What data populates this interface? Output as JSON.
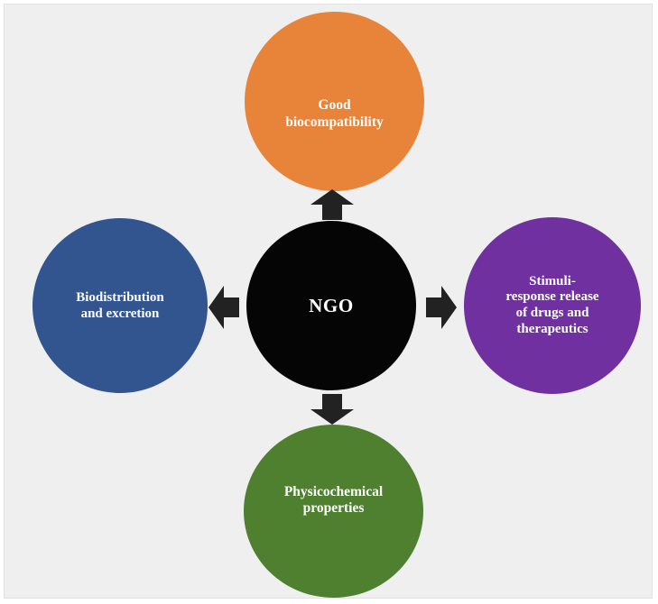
{
  "diagram": {
    "type": "radial-hub-and-spoke",
    "background_color": "#efeff0",
    "border_color": "#e2e2e4",
    "center": {
      "id": "center",
      "label": "NGO",
      "color": "#050505",
      "text_color": "#ffffff"
    },
    "nodes": [
      {
        "id": "top",
        "position": "top",
        "label": "Good\nbiocompatibility",
        "color": "#e8833a",
        "text_color": "#ffffff"
      },
      {
        "id": "left",
        "position": "left",
        "label": "Biodistribution\nand excretion",
        "color": "#33558f",
        "text_color": "#ffffff"
      },
      {
        "id": "right",
        "position": "right",
        "label": "Stimuli-\nresponse release\nof drugs and\ntherapeutics",
        "color": "#7030a0",
        "text_color": "#ffffff"
      },
      {
        "id": "bottom",
        "position": "bottom",
        "label": "Physicochemical\nproperties",
        "color": "#4e8030",
        "text_color": "#ffffff"
      }
    ],
    "connectors": [
      {
        "id": "arrow-up",
        "icon": "arrow-up-icon",
        "direction": "up",
        "from": "center",
        "to": "top",
        "color": "#222222"
      },
      {
        "id": "arrow-down",
        "icon": "arrow-down-icon",
        "direction": "down",
        "from": "center",
        "to": "bottom",
        "color": "#222222"
      },
      {
        "id": "arrow-left",
        "icon": "arrow-left-icon",
        "direction": "left",
        "from": "center",
        "to": "left",
        "color": "#222222"
      },
      {
        "id": "arrow-right",
        "icon": "arrow-right-icon",
        "direction": "right",
        "from": "center",
        "to": "right",
        "color": "#222222"
      }
    ]
  }
}
